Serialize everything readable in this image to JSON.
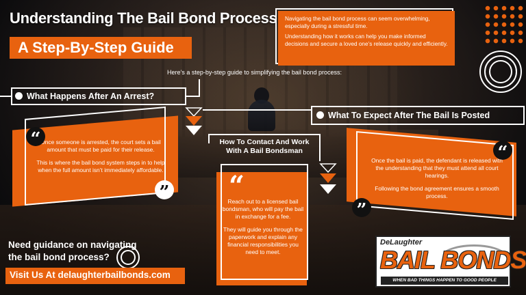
{
  "title": {
    "line1": "Understanding The Bail Bond Process:",
    "line2": "A Step-By-Step Guide"
  },
  "intro": {
    "p1": "Navigating the bail bond process can seem overwhelming, especially during a stressful time.",
    "p2": "Understanding how it works can help you make informed decisions and secure a loved one’s release quickly and efficiently."
  },
  "guide_intro": "Here’s a step-by-step guide to simplifying the bail bond process:",
  "step1": {
    "heading": "What Happens After An Arrest?",
    "p1": "Once someone is arrested, the court sets a bail amount that must be paid for their release.",
    "p2": "This is where the bail bond system steps in to help when the full amount isn’t immediately affordable."
  },
  "step2": {
    "heading_line1": "How To Contact And Work",
    "heading_line2": "With A Bail Bondsman",
    "p1": "Reach out to a licensed bail bondsman, who will pay the bail in exchange for a fee.",
    "p2": "They will guide you through the paperwork and explain any financial responsibilities you need to meet."
  },
  "step3": {
    "heading": "What To Expect After The Bail Is Posted",
    "p1": "Once the bail is paid, the defendant is released with the understanding that they must attend all court hearings.",
    "p2": "Following the bond agreement ensures a smooth process."
  },
  "cta": {
    "line1": "Need guidance on navigating",
    "line2": "the bail bond process?",
    "button": "Visit Us At delaughterbailbonds.com"
  },
  "logo": {
    "top": "DeLaughter",
    "main": "BAIL BONDS",
    "tagline": "WHEN BAD THINGS HAPPEN TO GOOD PEOPLE"
  },
  "colors": {
    "accent": "#e8620f",
    "text": "#ffffff",
    "background": "#1a1716"
  }
}
